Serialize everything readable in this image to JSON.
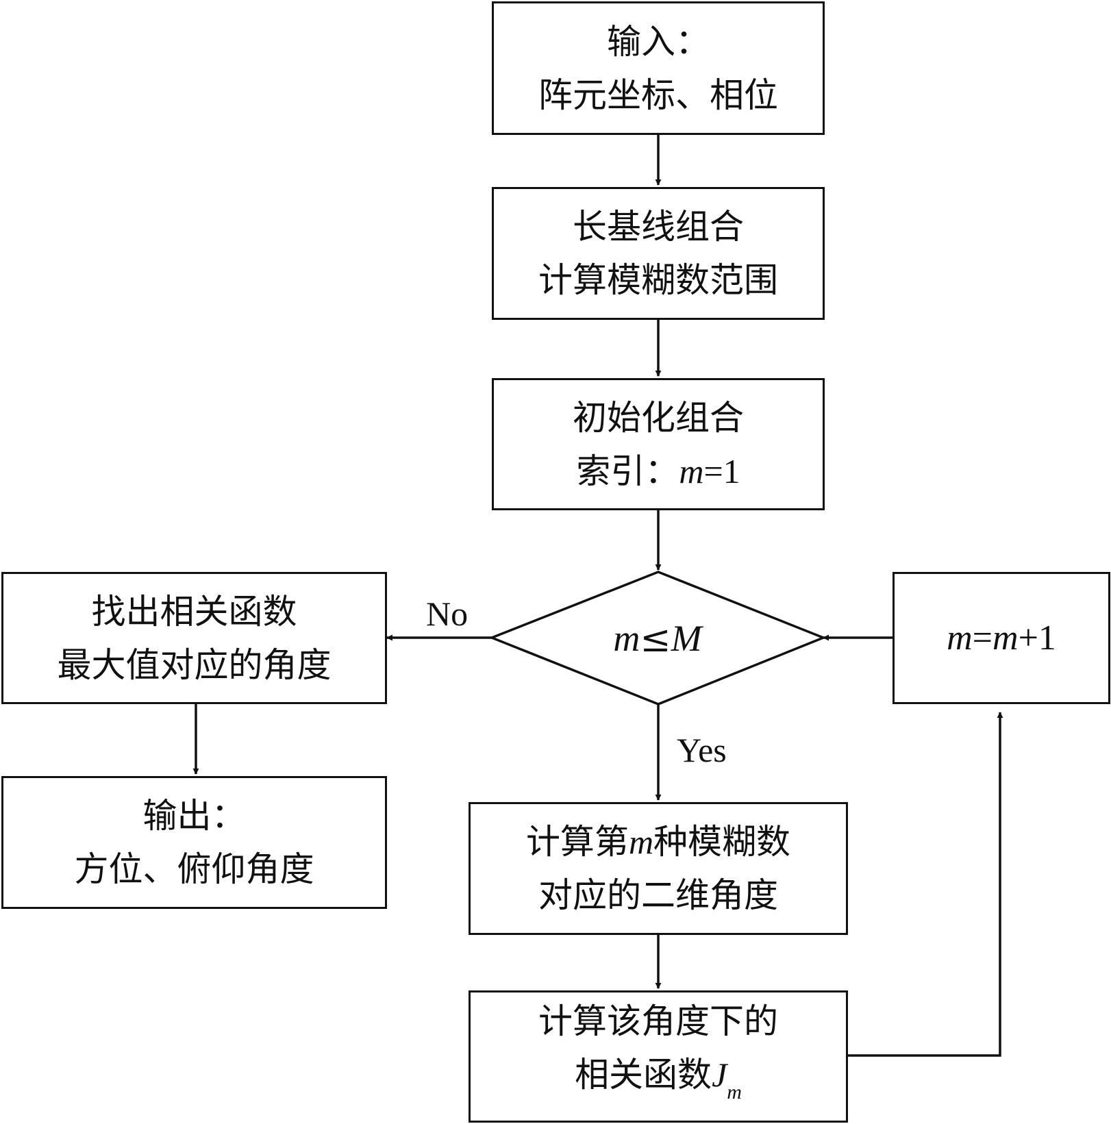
{
  "nodes": {
    "input": {
      "line1": "输入：",
      "line2": "阵元坐标、相位"
    },
    "baseline": {
      "line1": "长基线组合",
      "line2": "计算模糊数范围"
    },
    "init": {
      "line1": "初始化组合",
      "line2_prefix": "索引：",
      "line2_var": "m",
      "line2_suffix": "=1"
    },
    "decision": {
      "var_left": "m",
      "operator": "≤",
      "var_right": "M"
    },
    "increment": {
      "var1": "m",
      "eq": "=",
      "var2": "m",
      "suffix": "+1"
    },
    "find_max": {
      "line1": "找出相关函数",
      "line2": "最大值对应的角度"
    },
    "output": {
      "line1": "输出：",
      "line2": "方位、俯仰角度"
    },
    "compute_angle": {
      "line1_prefix": "计算第",
      "line1_var": "m",
      "line1_suffix": "种模糊数",
      "line2": "对应的二维角度"
    },
    "compute_corr": {
      "line1": "计算该角度下的",
      "line2_prefix": "相关函数",
      "line2_var": "J",
      "line2_sub": "m"
    }
  },
  "edge_labels": {
    "no": "No",
    "yes": "Yes"
  }
}
